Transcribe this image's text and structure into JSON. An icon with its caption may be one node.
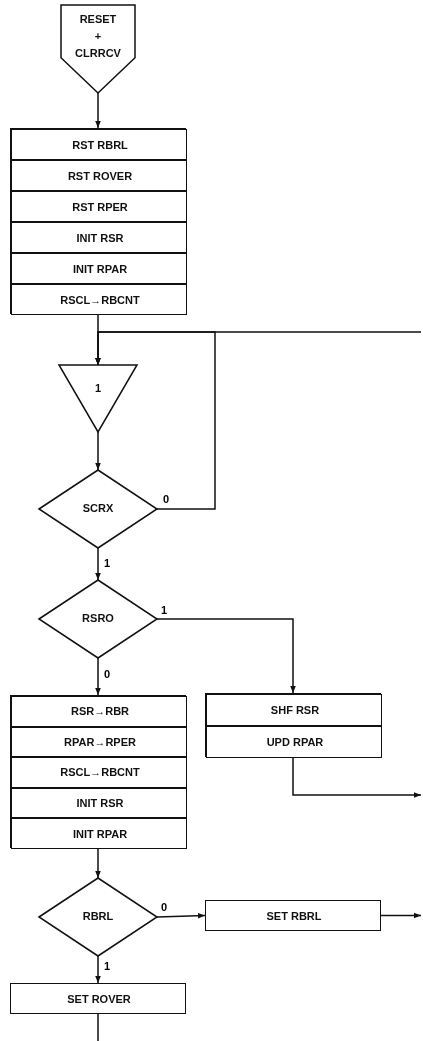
{
  "diagram": {
    "nodes": [
      {
        "text": [
          "RESET + CLRRCV"
        ]
      },
      {
        "text": [],
        "shape": "box"
      },
      {
        "text": [
          "RST RBRL"
        ],
        "in": 1
      },
      {
        "text": [
          "RST ROVER"
        ],
        "in": 1
      },
      {
        "text": [
          "RST RPER"
        ],
        "in": 1
      },
      {
        "text": [
          "INIT RSR"
        ],
        "in": 1
      },
      {
        "text": [
          "INIT RPAR"
        ],
        "in": 1
      },
      {
        "text": [
          "RSCL→RBCNT"
        ],
        "in": 1
      },
      {
        "text": [
          "1"
        ]
      },
      {
        "text": [
          "SCRX"
        ]
      },
      {
        "text": [
          "RSRO"
        ]
      },
      {
        "text": [],
        "shape": "box"
      },
      {
        "text": [
          "RSR→RBR"
        ],
        "in": 11
      },
      {
        "text": [
          "RPAR→RPER"
        ],
        "in": 11
      },
      {
        "text": [
          "RSCL→RBCNT"
        ],
        "in": 11
      },
      {
        "text": [
          "INIT RSR"
        ],
        "in": 11
      },
      {
        "text": [
          "INIT RPAR"
        ],
        "in": 11
      },
      {
        "text": [],
        "shape": "box"
      },
      {
        "text": [
          "SHF RSR"
        ],
        "in": 17
      },
      {
        "text": [
          "UPD RPAR"
        ],
        "in": 17
      },
      {
        "text": [
          "RBRL"
        ]
      },
      {
        "text": [
          "SET RBRL"
        ]
      },
      {
        "text": [
          "SET ROVER"
        ]
      }
    ],
    "edges": [
      {
        "from": 0,
        "to": 1,
        "arrow": "to"
      },
      {
        "from": 1,
        "to": 8,
        "arrow": "to"
      },
      {
        "from": null,
        "to": 8,
        "arrow": "to"
      },
      {
        "from": 8,
        "to": 9,
        "arrow": "to"
      },
      {
        "from": 9,
        "to": 8,
        "arrow": "to",
        "label": "0"
      },
      {
        "from": 9,
        "to": 10,
        "arrow": "to",
        "label": "1"
      },
      {
        "from": 10,
        "to": 17,
        "arrow": "to",
        "label": "1"
      },
      {
        "from": 10,
        "to": 11,
        "arrow": "to",
        "label": "0"
      },
      {
        "from": 17,
        "to": null,
        "arrow": "to"
      },
      {
        "from": 11,
        "to": 20,
        "arrow": "to"
      },
      {
        "from": 20,
        "to": 21,
        "arrow": "to",
        "label": "0"
      },
      {
        "from": 21,
        "to": null,
        "arrow": "to"
      },
      {
        "from": 20,
        "to": 22,
        "arrow": "to",
        "label": "1"
      },
      {
        "from": 22,
        "to": null,
        "arrow": "none"
      }
    ]
  }
}
